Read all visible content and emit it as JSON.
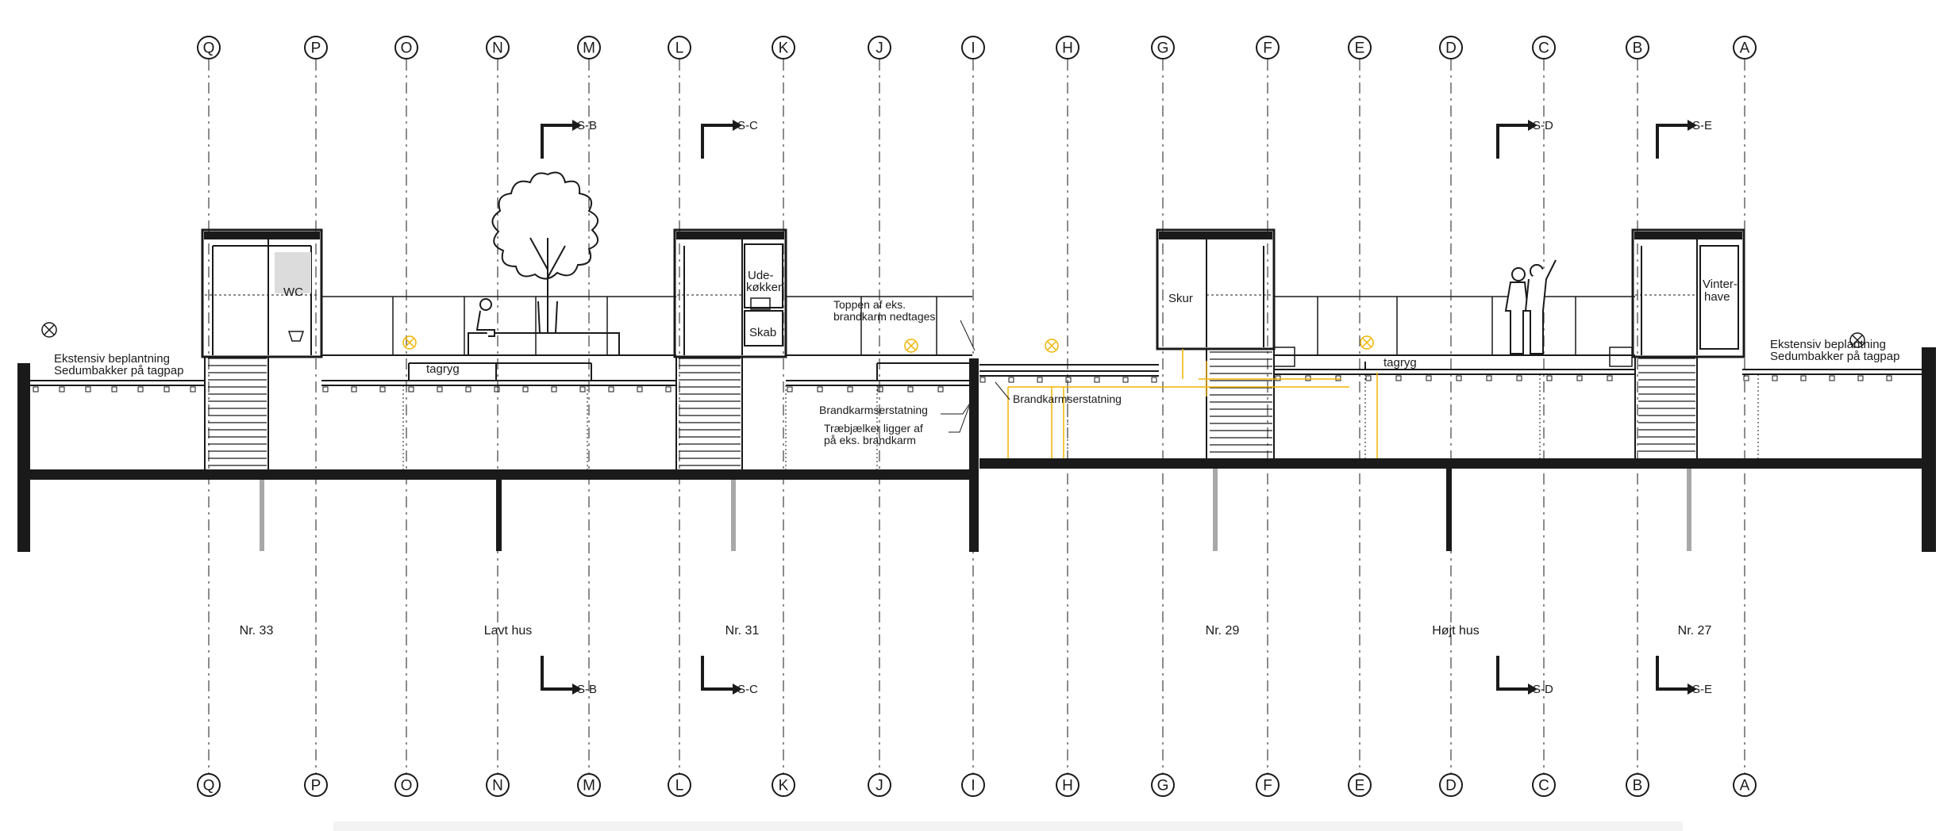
{
  "grid_axes": [
    "Q",
    "P",
    "O",
    "N",
    "M",
    "L",
    "K",
    "J",
    "I",
    "H",
    "G",
    "F",
    "E",
    "D",
    "C",
    "B",
    "A"
  ],
  "houses": [
    {
      "id": "nr33",
      "label": "Nr. 33"
    },
    {
      "id": "lavt",
      "label": "Lavt hus"
    },
    {
      "id": "nr31",
      "label": "Nr. 31"
    },
    {
      "id": "nr29",
      "label": "Nr. 29"
    },
    {
      "id": "hojt",
      "label": "Højt hus"
    },
    {
      "id": "nr27",
      "label": "Nr. 27"
    }
  ],
  "section_markers": {
    "top": [
      "S-B",
      "S-C",
      "S-D",
      "S-E"
    ],
    "bottom": [
      "S-B",
      "S-C",
      "S-D",
      "S-E"
    ]
  },
  "labels": {
    "left_planting_1": "Ekstensiv beplantning",
    "left_planting_2": "Sedumbakker på tagpap",
    "right_planting_1": "Ekstensiv beplantning",
    "right_planting_2": "Sedumbakker på tagpap",
    "wc": "WC",
    "ude_1": "Ude-",
    "ude_2": "køkken",
    "skab": "Skab",
    "skur": "Skur",
    "vinter_1": "Vinter-",
    "vinter_2": "have",
    "tagryg_1": "tagryg",
    "tagryg_2": "tagryg",
    "toppen_1": "Toppen af eks.",
    "toppen_2": "brandkarm nedtages",
    "brand_1": "Brandkarmserstatning",
    "brand_2": "Brandkarmserstatning",
    "trae_1": "Træbjælker ligger af",
    "trae_2": "på eks. brandkarm"
  },
  "colors": {
    "line": "#1a1a1a",
    "grey_pile": "#a8a8a8",
    "accent_yellow": "#f0b400",
    "wc_fill": "#dcdcdc"
  }
}
